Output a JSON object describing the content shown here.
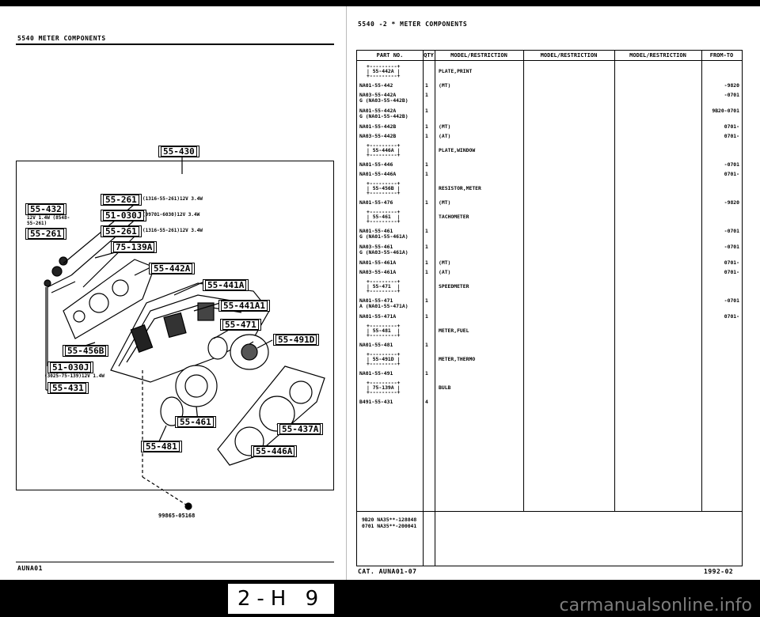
{
  "left_header": "5540  METER COMPONENTS",
  "right_header": "5540 -2 *  METER COMPONENTS",
  "diagram": {
    "callouts": [
      {
        "key": "55-430",
        "text": "55-430"
      },
      {
        "key": "55-261a",
        "text": "55-261",
        "note": "(1316-55-261)12V 3.4W"
      },
      {
        "key": "51-030Ja",
        "text": "51-030J",
        "note": "(99701-6030)12V 3.4W"
      },
      {
        "key": "55-261b",
        "text": "55-261",
        "note": "(1316-55-261)12V 3.4W"
      },
      {
        "key": "75-139A",
        "text": "75-139A"
      },
      {
        "key": "55-432",
        "text": "55-432",
        "note": "12V 1.4W (8548-55-261)"
      },
      {
        "key": "55-261c",
        "text": "55-261"
      },
      {
        "key": "55-442A",
        "text": "55-442A"
      },
      {
        "key": "55-441A",
        "text": "55-441A"
      },
      {
        "key": "55-441A1",
        "text": "55-441A1"
      },
      {
        "key": "55-471",
        "text": "55-471"
      },
      {
        "key": "55-491D",
        "text": "55-491D"
      },
      {
        "key": "55-456B",
        "text": "55-456B"
      },
      {
        "key": "51-030Jb",
        "text": "51-030J",
        "note": "(3025-75-139)12V 1.4W"
      },
      {
        "key": "55-431",
        "text": "55-431"
      },
      {
        "key": "55-461",
        "text": "55-461"
      },
      {
        "key": "55-437A",
        "text": "55-437A"
      },
      {
        "key": "55-481",
        "text": "55-481"
      },
      {
        "key": "55-446A",
        "text": "55-446A"
      }
    ],
    "screw_part": "99865-05168"
  },
  "table": {
    "headers": [
      "PART NO.",
      "QTY",
      "MODEL/RESTRICTION",
      "MODEL/RESTRICTION",
      "MODEL/RESTRICTION",
      "FROM-TO"
    ],
    "rows": [
      {
        "part": "+---------+\n| 55-442A |\n+---------+",
        "qty": "",
        "desc": "PLATE,PRINT",
        "from": ""
      },
      {
        "part": "NA01-55-442",
        "qty": "1",
        "desc": "(MT)",
        "from": "-9820"
      },
      {
        "part": "NA03-55-442A\nG (NA03-55-442B)",
        "qty": "1",
        "desc": "",
        "from": "-0701"
      },
      {
        "part": "NA01-55-442A\nG (NA01-55-442B)",
        "qty": "1",
        "desc": "",
        "from": "9B20-0701"
      },
      {
        "part": "NA01-55-442B",
        "qty": "1",
        "desc": "(MT)",
        "from": "0701-"
      },
      {
        "part": "NA03-55-442B",
        "qty": "1",
        "desc": "(AT)",
        "from": "0701-"
      },
      {
        "part": "+---------+\n| 55-446A |\n+---------+",
        "qty": "",
        "desc": "PLATE,WINDOW",
        "from": ""
      },
      {
        "part": "NA01-55-446",
        "qty": "1",
        "desc": "",
        "from": "-0701"
      },
      {
        "part": "NA01-55-446A",
        "qty": "1",
        "desc": "",
        "from": "0701-"
      },
      {
        "part": "+---------+\n| 55-456B |\n+---------+",
        "qty": "",
        "desc": "RESISTOR,METER",
        "from": ""
      },
      {
        "part": "NA01-55-476",
        "qty": "1",
        "desc": "(MT)",
        "from": "-9820"
      },
      {
        "part": "+---------+\n| 55-461  |\n+---------+",
        "qty": "",
        "desc": "TACHOMETER",
        "from": ""
      },
      {
        "part": "NA01-55-461\nG (NA01-55-461A)",
        "qty": "1",
        "desc": "",
        "from": "-0701"
      },
      {
        "part": "NA03-55-461\nG (NA03-55-461A)",
        "qty": "1",
        "desc": "",
        "from": "-0701"
      },
      {
        "part": "NA01-55-461A",
        "qty": "1",
        "desc": "(MT)",
        "from": "0701-"
      },
      {
        "part": "NA03-55-461A",
        "qty": "1",
        "desc": "(AT)",
        "from": "0701-"
      },
      {
        "part": "+---------+\n| 55-471  |\n+---------+",
        "qty": "",
        "desc": "SPEEDMETER",
        "from": ""
      },
      {
        "part": "NA01-55-471\nA (NA01-55-471A)",
        "qty": "1",
        "desc": "",
        "from": "-0701"
      },
      {
        "part": "NA01-55-471A",
        "qty": "1",
        "desc": "",
        "from": "0701-"
      },
      {
        "part": "+---------+\n| 55-481  |\n+---------+",
        "qty": "",
        "desc": "METER,FUEL",
        "from": ""
      },
      {
        "part": "NA01-55-481",
        "qty": "1",
        "desc": "",
        "from": ""
      },
      {
        "part": "+---------+\n| 55-491D |\n+---------+",
        "qty": "",
        "desc": "METER,THERMO",
        "from": ""
      },
      {
        "part": "NA01-55-491",
        "qty": "1",
        "desc": "",
        "from": ""
      },
      {
        "part": "+---------+\n| 75-139A |\n+---------+",
        "qty": "",
        "desc": "BULB",
        "from": ""
      },
      {
        "part": "B491-55-431",
        "qty": "4",
        "desc": "",
        "from": ""
      }
    ],
    "footnotes": [
      "9B20 NA35**-128848",
      "0701 NA35**-200041"
    ]
  },
  "bottom_left": "AUNA01",
  "cat_label": "CAT. AUNA01-07",
  "date_label": "1992-02",
  "page_badge": "2-H 9",
  "watermark": "carmanualsonline.info"
}
